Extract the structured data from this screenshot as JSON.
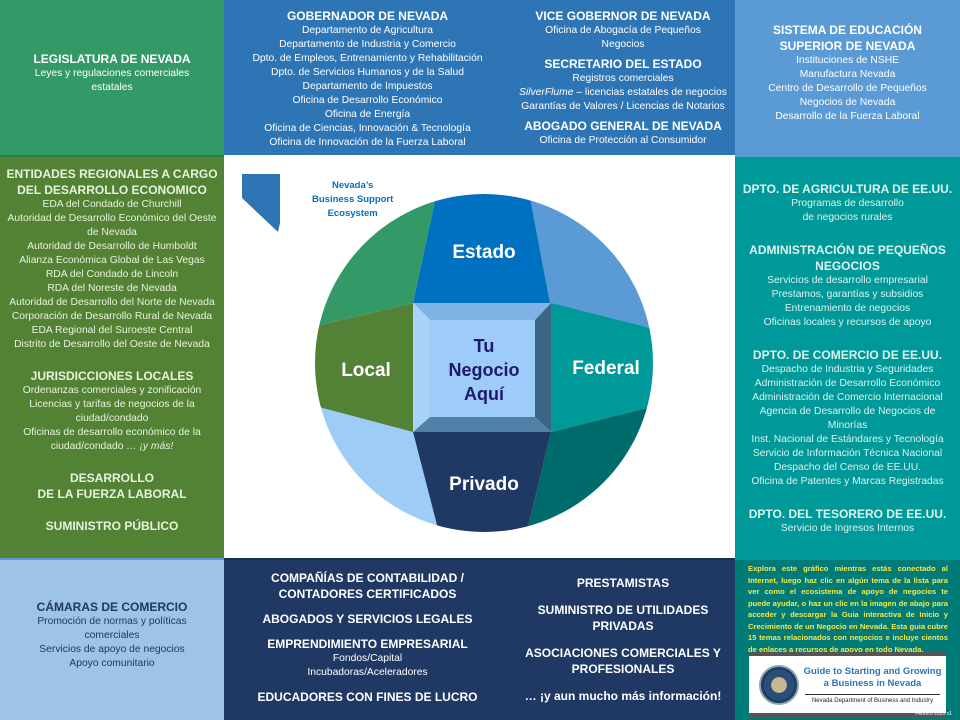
{
  "legislatura": {
    "heading": "LEGISLATURA DE NEVADA",
    "items": [
      "Leyes y regulaciones comerciales",
      "estatales"
    ]
  },
  "gobernador": {
    "heading": "GOBERNADOR DE NEVADA",
    "items": [
      "Departamento de Agricultura",
      "Departamento de Industria y Comercio",
      "Dpto. de Empleos, Entrenamiento y Rehabilitación",
      "Dpto. de Servicios Humanos y de la Salud",
      "Departamento de Impuestos",
      "Oficina de Desarrollo Económico",
      "Oficina de Energía",
      "Oficina de Ciencias, Innovación & Tecnología",
      "Oficina de Innovación de la Fuerza Laboral"
    ]
  },
  "estado_otros": [
    {
      "heading": "VICE GOBERNOR DE NEVADA",
      "items": [
        "Oficina de Abogacía de Pequeños",
        "Negocios"
      ]
    },
    {
      "heading": "SECRETARIO DEL ESTADO",
      "items": [
        "Registros  comerciales",
        {
          "em": "SilverFlume",
          "text": " – licencias estatales de negocios"
        },
        "Garantías de Valores / Licencias de Notarios"
      ]
    },
    {
      "heading": "ABOGADO GENERAL DE NEVADA",
      "items": [
        "Oficina de Protección al Consumidor"
      ]
    }
  ],
  "educacion": {
    "heading": [
      "SISTEMA DE EDUCACIÓN",
      "SUPERIOR DE NEVADA"
    ],
    "items": [
      "Instituciones de NSHE",
      "Manufactura Nevada",
      "Centro de Desarrollo de Pequeños",
      "Negocios de Nevada",
      "Desarrollo de la Fuerza Laboral"
    ]
  },
  "local": [
    {
      "heading": [
        "ENTIDADES REGIONALES A CARGO",
        "DEL DESARROLLO ECONOMICO"
      ],
      "items": [
        "EDA del Condado de Churchill",
        "Autoridad de Desarrollo Económico del Oeste",
        "de Nevada",
        "Autoridad de Desarrollo de Humboldt",
        "Alianza Económica Global de Las Vegas",
        "RDA del Condado de Lincoln",
        "RDA del Noreste de Nevada",
        "Autoridad de Desarrollo del Norte de Nevada",
        "Corporación de Desarrollo Rural de Nevada",
        "EDA Regional del Suroeste Central",
        "Distrito de Desarrollo del Oeste de Nevada"
      ]
    },
    {
      "heading": [
        "JURISDICCIONES LOCALES"
      ],
      "items": [
        "Ordenanzas comerciales y zonificación",
        "Licencias y tarifas de negocios de la",
        "ciudad/condado",
        "Oficinas de desarrollo económico de la",
        {
          "text": "ciudad/condado ",
          "em": "… ¡y más!"
        }
      ]
    },
    {
      "heading": [
        "DESARROLLO",
        "DE LA FUERZA LABORAL"
      ],
      "items": []
    },
    {
      "heading": [
        "SUMINISTRO PÚBLICO"
      ],
      "items": []
    }
  ],
  "federal": [
    {
      "heading": [
        "DPTO. DE AGRICULTURA DE EE.UU."
      ],
      "items": [
        "Programas de desarrollo",
        "de negocios rurales"
      ]
    },
    {
      "heading": [
        "ADMINISTRACIÓN DE PEQUEÑOS",
        "NEGOCIOS"
      ],
      "items": [
        "Servicios de desarrollo  empresarial",
        "Prestamos, garantías y subsidios",
        "Entrenamiento de negocios",
        "Oficinas locales y recursos de apoyo"
      ]
    },
    {
      "heading": [
        "DPTO. DE COMERCIO DE EE.UU."
      ],
      "items": [
        "Despacho de Industria y Seguridades",
        "Administración de Desarrollo Económico",
        "Administración de Comercio Internacional",
        "Agencia de Desarrollo de Negocios de",
        "Minorías",
        "Inst. Nacional de Estándares y Tecnología",
        "Servicio de Información Técnica Nacional",
        "Despacho del Censo de EE.UU.",
        "Oficina de Patentes y Marcas Registradas"
      ]
    },
    {
      "heading": [
        "DPTO. DEL TESORERO DE EE.UU."
      ],
      "items": [
        "Servicio de Ingresos Internos"
      ]
    }
  ],
  "camaras": {
    "heading": "CÁMARAS DE COMERCIO",
    "items": [
      "Promoción de normas y políticas",
      "comerciales",
      "Servicios de apoyo de negocios",
      "Apoyo comunitario"
    ]
  },
  "privado_izq": [
    {
      "heading": [
        "COMPAÑÍAS DE CONTABILIDAD /",
        "CONTADORES CERTIFICADOS"
      ],
      "items": []
    },
    {
      "heading": [
        "ABOGADOS Y SERVICIOS LEGALES"
      ],
      "items": []
    },
    {
      "heading": [
        "EMPRENDIMIENTO EMPRESARIAL"
      ],
      "items": [
        "Fondos/Capital",
        "Incubadoras/Aceleradores"
      ]
    },
    {
      "heading": [
        "EDUCADORES CON FINES DE LUCRO"
      ],
      "items": []
    }
  ],
  "privado_der": [
    {
      "heading": [
        "PRESTAMISTAS"
      ],
      "items": []
    },
    {
      "heading": [
        "SUMINISTRO DE UTILIDADES",
        "PRIVADAS"
      ],
      "items": []
    },
    {
      "heading": [
        "ASOCIACIONES COMERCIALES Y",
        "PROFESIONALES"
      ],
      "items": []
    },
    {
      "heading": [
        "… ¡y aun mucho más información!"
      ],
      "items": []
    }
  ],
  "diagram": {
    "logo": [
      "Nevada’s",
      "Business Support",
      "Ecosystem"
    ],
    "sectors": {
      "estado": "Estado",
      "federal": "Federal",
      "privado": "Privado",
      "local": "Local"
    },
    "center": [
      "Tu",
      "Negocio",
      "Aquí"
    ],
    "colors": {
      "estado": "#0070c0",
      "federal": "#009999",
      "privado": "#203864",
      "local": "#538135",
      "top_left": "#339966",
      "top_right": "#5b9bd5",
      "bottom_right": "#006b6b",
      "bottom_left": "#9dcdf7"
    }
  },
  "guia": {
    "note": "Explora este gráfico mientras estás conectado al Internet, luego haz clic en algún tema de la lista para ver como el ecosistema de apoyo de negocios te puede ayudar, o haz un clic en la imagen de abajo para acceder y descargar la Guia interactiva de Inicio y Crecimiento de un Negocio en Nevada. Esta guia cubre 15 temas relacionados con negocios  e incluye cientos de enlaces a recursos de apoyo en todo Nevada.",
    "image_title": [
      "Guide to Starting and Growing",
      "a Business in Nevada"
    ],
    "image_subtitle": "Nevada Department of Business and Industry",
    "footer": "Febrero 2025 v1"
  }
}
